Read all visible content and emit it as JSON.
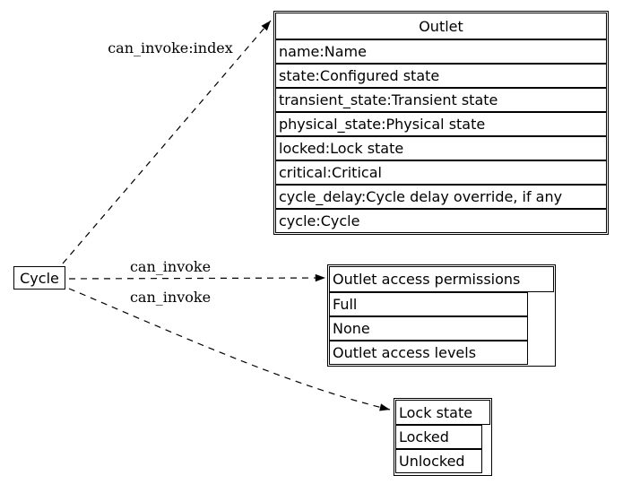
{
  "diagram": {
    "colors": {
      "background": "#ffffff",
      "line": "#000000",
      "text": "#000000"
    },
    "cycle_node": {
      "label": "Cycle"
    },
    "outlet_table": {
      "title": "Outlet",
      "fields": [
        "name:Name",
        "state:Configured state",
        "transient_state:Transient state",
        "physical_state:Physical state",
        "locked:Lock state",
        "critical:Critical",
        "cycle_delay:Cycle delay override, if any",
        "cycle:Cycle"
      ]
    },
    "permissions_table": {
      "title": "Outlet access permissions",
      "rows": [
        "Full",
        "None",
        "Outlet access levels"
      ]
    },
    "lock_table": {
      "title": "Lock state",
      "rows": [
        "Locked",
        "Unlocked"
      ]
    },
    "edges": [
      {
        "label": "can_invoke:index",
        "from": "Cycle",
        "to": "Outlet"
      },
      {
        "label": "can_invoke",
        "from": "Cycle",
        "to": "Outlet access permissions"
      },
      {
        "label": "can_invoke",
        "from": "Cycle",
        "to": "Lock state"
      }
    ]
  }
}
